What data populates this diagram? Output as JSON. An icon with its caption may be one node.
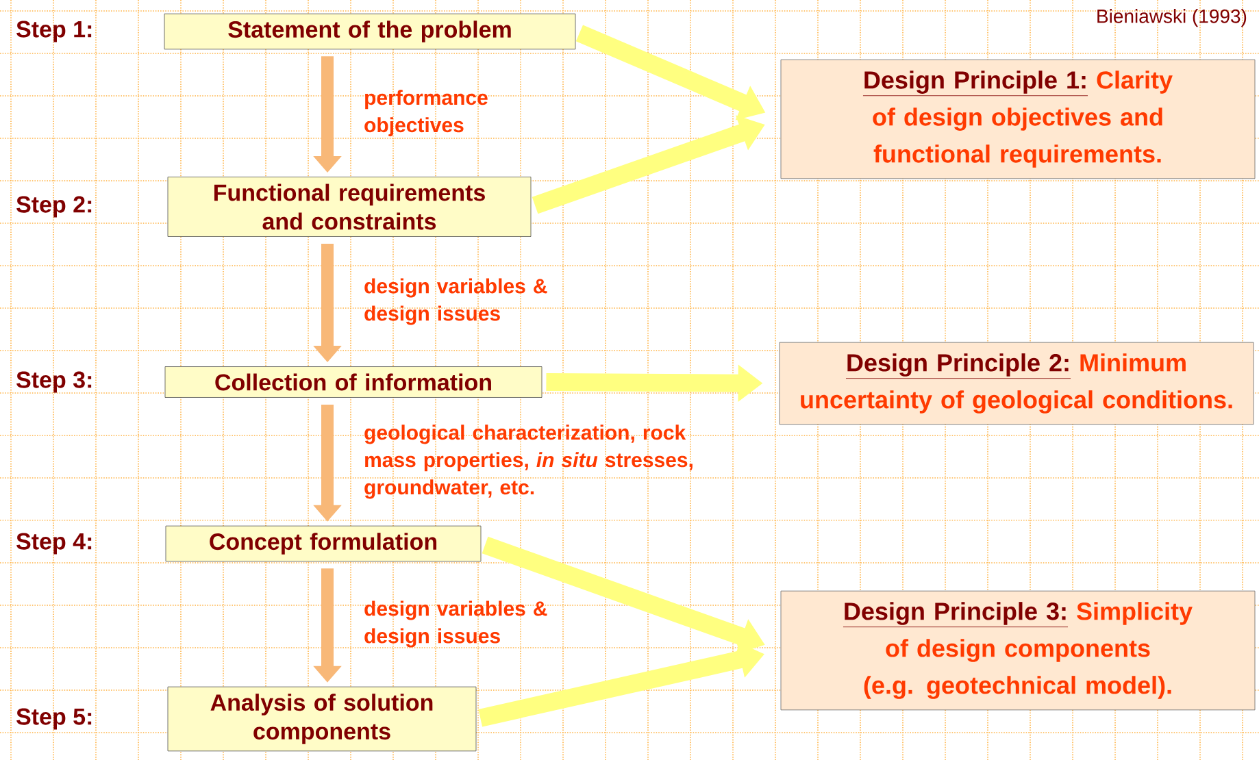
{
  "diagram": {
    "nodes": [
      {
        "text": [
          "Statement of the problem"
        ],
        "beside": [
          "Step 1:"
        ]
      },
      {
        "text": [
          "Functional requirements and constraints"
        ],
        "beside": [
          "Step 2:"
        ]
      },
      {
        "text": [
          "Collection of information"
        ],
        "beside": [
          "Step 3:"
        ]
      },
      {
        "text": [
          "Concept formulation"
        ],
        "beside": [
          "Step 4:"
        ]
      },
      {
        "text": [
          "Analysis of solution components"
        ],
        "beside": [
          "Step 5:"
        ]
      },
      {
        "text": [
          "Design Principle 1:",
          "Clarity of design objectives and functional requirements."
        ]
      },
      {
        "text": [
          "Design Principle 2:",
          "Minimum uncertainty of geological conditions."
        ]
      },
      {
        "text": [
          "Design Principle 3:",
          "Simplicity of design components (e.g. geotechnical model)."
        ]
      }
    ],
    "edges": [
      {
        "from": 0,
        "to": 1,
        "arrow": "to",
        "label": "performance objectives",
        "color": "#f8b878"
      },
      {
        "from": 1,
        "to": 2,
        "arrow": "to",
        "label": "design variables & design issues",
        "color": "#f8b878"
      },
      {
        "from": 2,
        "to": 3,
        "arrow": "to",
        "label": "geological characterization, rock mass properties, *in situ* stresses, groundwater, etc.",
        "color": "#f8b878"
      },
      {
        "from": 3,
        "to": 4,
        "arrow": "to",
        "label": "design variables & design issues",
        "color": "#f8b878"
      },
      {
        "from": 0,
        "to": 5,
        "arrow": "to"
      },
      {
        "from": 1,
        "to": 5,
        "arrow": "to"
      },
      {
        "from": 2,
        "to": 6,
        "arrow": "to"
      },
      {
        "from": 3,
        "to": 7,
        "arrow": "to"
      },
      {
        "from": 4,
        "to": 7,
        "arrow": "to"
      }
    ],
    "labels": [
      "Bieniawski (1993)"
    ]
  }
}
